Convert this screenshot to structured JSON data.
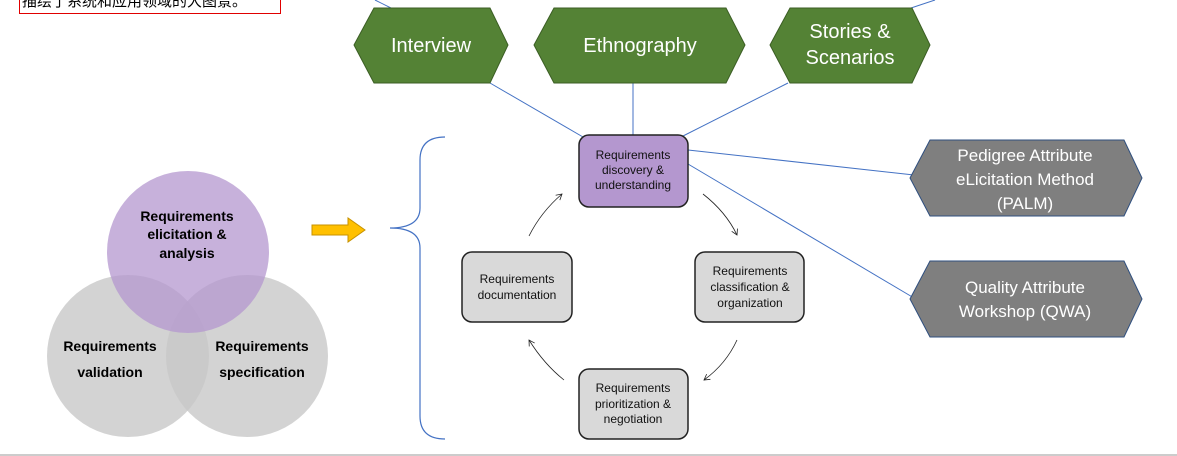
{
  "caption": "描绘了系统和应用领域的大图景。",
  "techniques": [
    {
      "label1": "Interview"
    },
    {
      "label1": "Ethnography"
    },
    {
      "label1": "Stories &",
      "label2": "Scenarios"
    }
  ],
  "methods": [
    {
      "l1": "Pedigree Attribute",
      "l2": "eLicitation Method",
      "l3": "(PALM)"
    },
    {
      "l1": "Quality Attribute",
      "l2": "Workshop (QWA)"
    }
  ],
  "cycle": {
    "discovery": [
      "Requirements",
      "discovery &",
      "understanding"
    ],
    "classification": [
      "Requirements",
      "classification &",
      "organization"
    ],
    "prioritization": [
      "Requirements",
      "prioritization &",
      "negotiation"
    ],
    "documentation": [
      "Requirements",
      "documentation"
    ]
  },
  "venn": {
    "top": [
      "Requirements",
      "elicitation &",
      "analysis"
    ],
    "left": [
      "Requirements",
      "validation"
    ],
    "right": [
      "Requirements",
      "specification"
    ]
  },
  "colors": {
    "green": "#548235",
    "purple": "#b497cf",
    "grey": "#7f7f7f",
    "box": "#d9d9d9",
    "line": "#4472c4",
    "arrow": "#ffc000"
  }
}
